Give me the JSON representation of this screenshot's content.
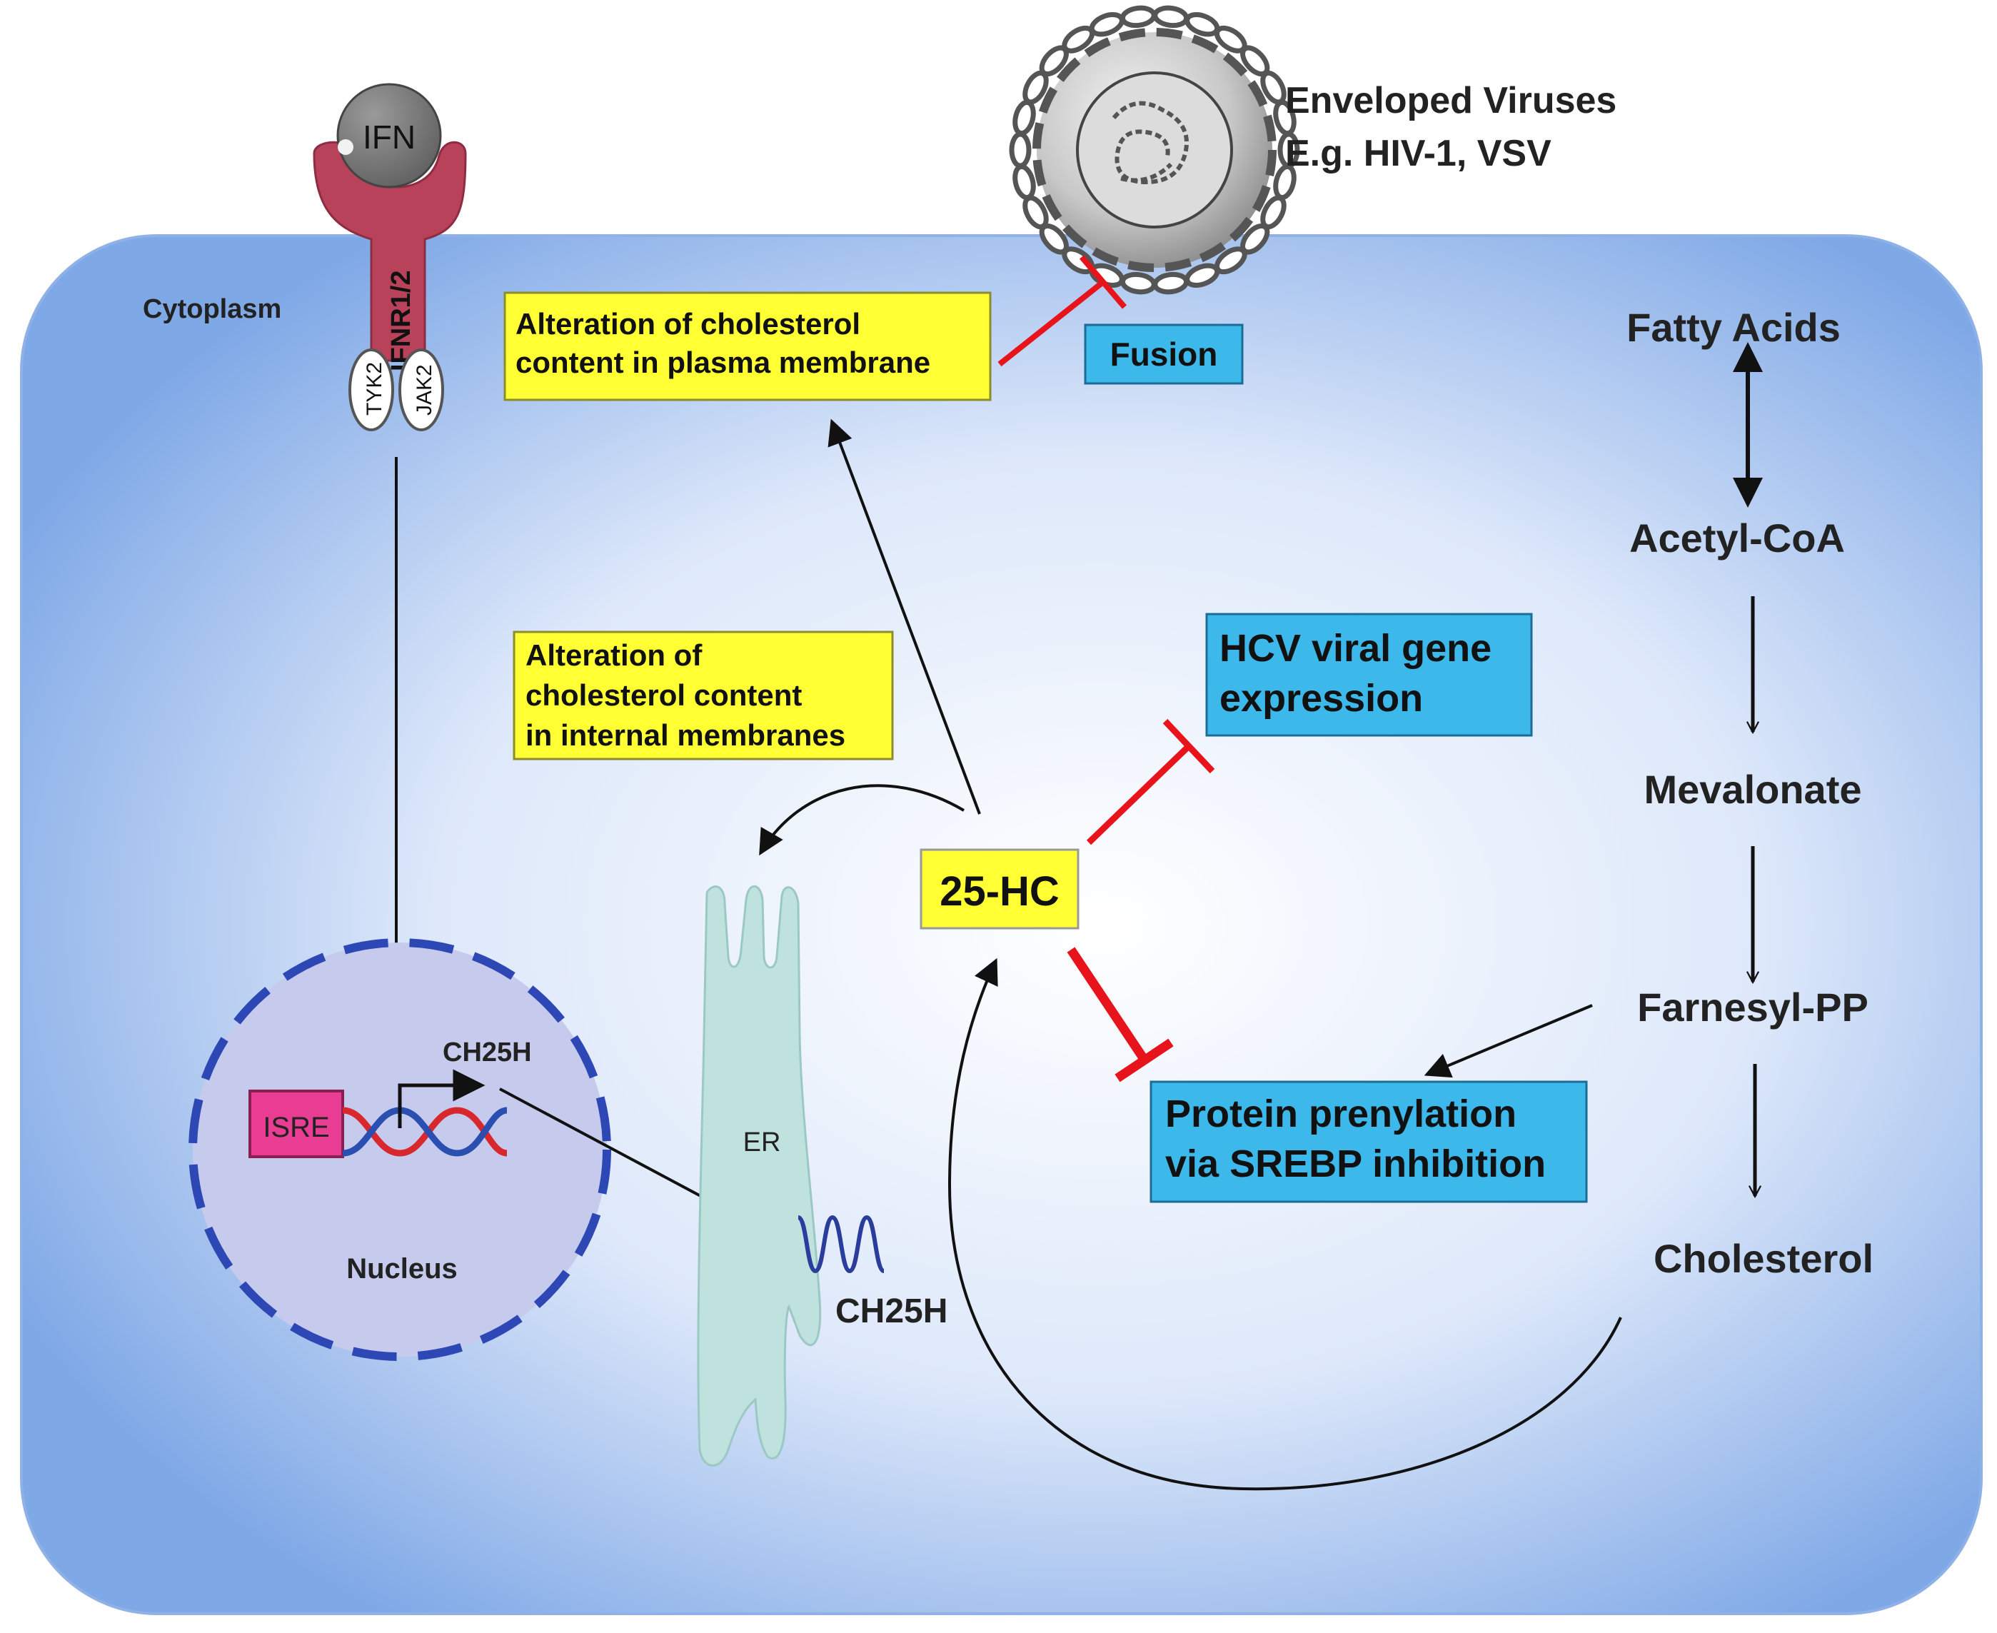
{
  "labels": {
    "ifn": "IFN",
    "ifnr": "IFNR1/2",
    "tyk2": "TYK2",
    "jak2": "JAK2",
    "cytoplasm": "Cytoplasm",
    "viruses_line1": "Enveloped Viruses",
    "viruses_line2": "E.g. HIV-1, VSV",
    "nucleus": "Nucleus",
    "isre": "ISRE",
    "ch25h_gene": "CH25H",
    "er": "ER",
    "ch25h_protein": "CH25H",
    "hc25": "25-HC",
    "fusion": "Fusion",
    "hcv_line1": "HCV viral gene",
    "hcv_line2": "expression",
    "prenyl_line1": "Protein prenylation",
    "prenyl_line2": "via SREBP inhibition",
    "alt_pm_line1": "Alteration of cholesterol",
    "alt_pm_line2": "content in plasma membrane",
    "alt_int_line1": "Alteration of",
    "alt_int_line2": "cholesterol content",
    "alt_int_line3": "in internal membranes"
  },
  "pathway": [
    "Fatty Acids",
    "Acetyl-CoA",
    "Mevalonate",
    "Farnesyl-PP",
    "Cholesterol"
  ],
  "colors": {
    "cell_fill": "#7fa8e6",
    "nucleus_fill": "#c6cbee",
    "nucleus_border": "#2d47b5",
    "receptor": "#b9425b",
    "ifn_ball": "#767676",
    "er_fill": "#bfe2df",
    "isre_fill": "#e83d92",
    "yellow_box": "#ffff33",
    "blue_box": "#3db8ea",
    "inhibit": "#e8141c",
    "dna_red": "#d9272e",
    "dna_blue": "#2a4fb0"
  }
}
